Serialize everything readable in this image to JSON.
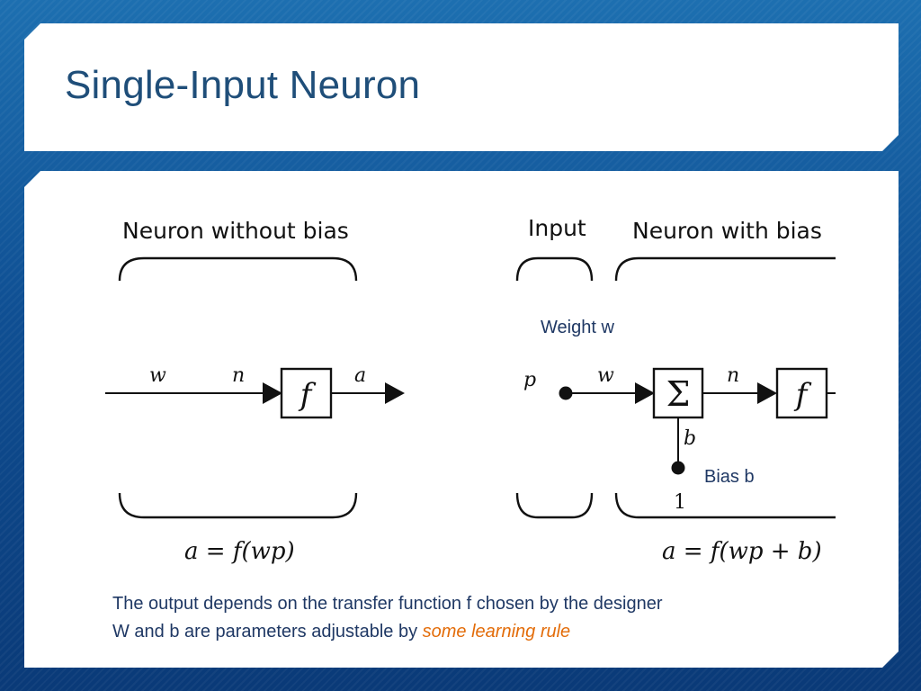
{
  "slide": {
    "title": "Single-Input Neuron",
    "caption_line1": "The output depends on the transfer function f chosen by the designer",
    "caption_line2_prefix": "W and b are parameters adjustable by ",
    "caption_line2_highlight": "some learning rule"
  },
  "diagram": {
    "left": {
      "header": "Neuron without bias",
      "weight_label": "w",
      "net_label": "n",
      "transfer_label": "f",
      "output_label": "a",
      "equation": "a = f(wp)"
    },
    "right": {
      "input_header": "Input",
      "neuron_header": "Neuron with bias",
      "input_label": "p",
      "weight_label": "w",
      "sum_label": "Σ",
      "net_label": "n",
      "transfer_label": "f",
      "bias_label": "b",
      "bias_input": "1",
      "equation": "a = f(wp + b)",
      "annotation_weight": "Weight w",
      "annotation_bias": "Bias b"
    }
  },
  "colors": {
    "title": "#1f4e79",
    "caption": "#1f3864",
    "highlight": "#e36c09"
  }
}
